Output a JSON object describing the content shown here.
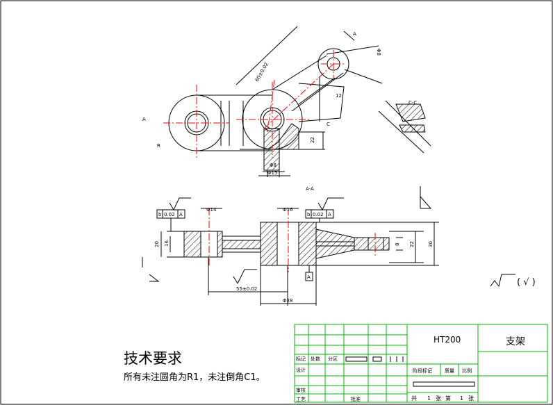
{
  "drawing": {
    "top_view": {
      "dim_center_distance": "60±0.02",
      "dim_boss_dia": "Φ8",
      "dim_bore_small": "Φ8",
      "dim_bore_large": "Φ15",
      "dim_height": "22",
      "dim_arm": "12",
      "dim_c": "C",
      "dim_r": "R",
      "label_a": "A",
      "label_a2": "A",
      "section_cc": "C-C"
    },
    "section_view": {
      "title": "A-A",
      "dim_left_bore": "Φ14",
      "dim_right_bore": "Φ16",
      "dim_left_height": "20",
      "dim_left_inner": "16",
      "dim_right_height": "30",
      "dim_right_inner": "22",
      "dim_slot": "8",
      "dim_distance": "55±0.02",
      "dim_outer": "Φ38",
      "datum": "A",
      "tol_left": {
        "symbol": "b",
        "value": "0.02",
        "datum": "A"
      },
      "tol_right": {
        "symbol": "b",
        "value": "0.02",
        "datum": "A"
      }
    },
    "roughness_note": "( √ )"
  },
  "tech_requirements": {
    "title": "技术要求",
    "line1": "所有未注圆角为R1，未注倒角C1。"
  },
  "title_block": {
    "material": "HT200",
    "part_name": "支架",
    "row_labels": {
      "mark": "标记",
      "count": "处数",
      "zone": "分区",
      "design": "设计",
      "review": "审核",
      "process": "工艺",
      "approve": "批准"
    },
    "stage": "阶段标记",
    "weight": "质量",
    "scale": "比例",
    "total": "共",
    "total_n": "1",
    "sheets": "张",
    "sheet_label": "第",
    "sheet_n": "1",
    "sheets2": "张"
  },
  "colors": {
    "grid": "#00b400",
    "center": "#ff0000",
    "line": "#000000"
  }
}
